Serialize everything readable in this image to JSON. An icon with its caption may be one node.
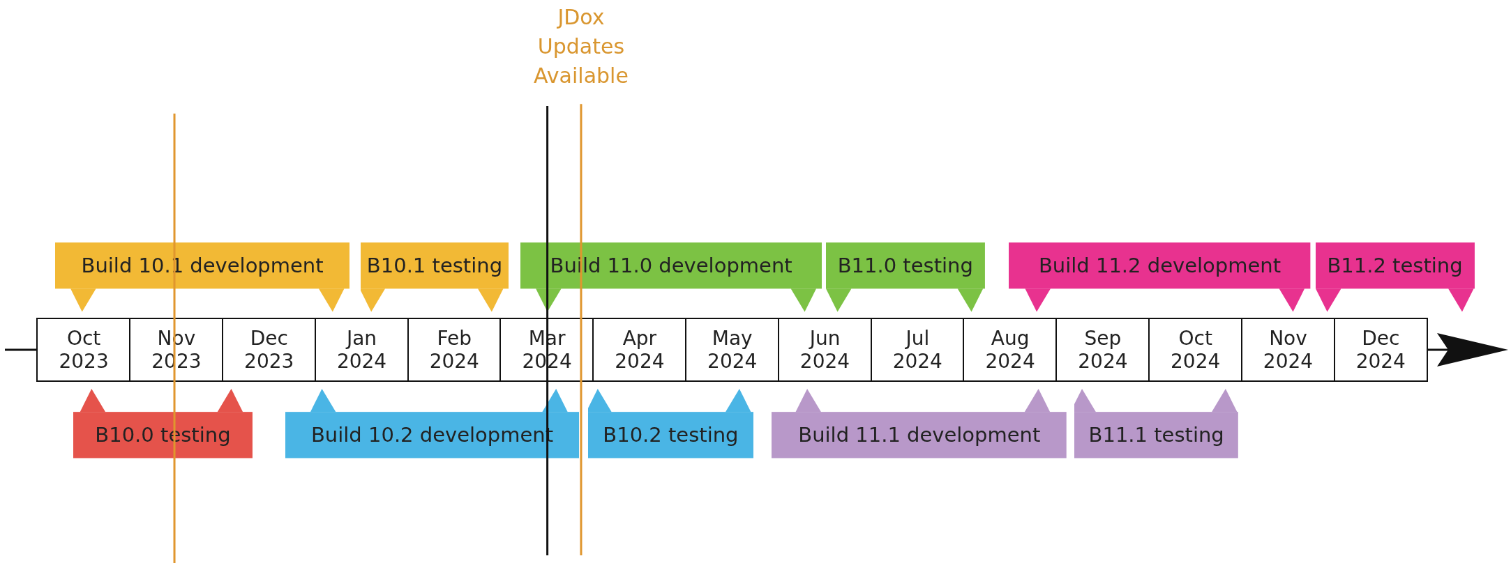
{
  "diagram": {
    "nodes": [
      {
        "text": [
          "Build 10.1 development"
        ]
      },
      {
        "text": [
          "B10.1 testing"
        ]
      },
      {
        "text": [
          "Build 11.0 development"
        ]
      },
      {
        "text": [
          "B11.0 testing"
        ]
      },
      {
        "text": [
          "Build 11.2 development"
        ]
      },
      {
        "text": [
          "B11.2 testing"
        ]
      },
      {
        "text": [
          "B10.0 testing"
        ]
      },
      {
        "text": [
          "Build 10.2 development"
        ]
      },
      {
        "text": [
          "B10.2 testing"
        ]
      },
      {
        "text": [
          "Build 11.1 development"
        ]
      },
      {
        "text": [
          "B11.1 testing"
        ]
      }
    ],
    "labels": [
      "JDox Updates Available",
      "Oct 2023",
      "Nov 2023",
      "Dec 2023",
      "Jan 2024",
      "Feb 2024",
      "Mar 2024",
      "Apr 2024",
      "May 2024",
      "Jun 2024",
      "Jul 2024",
      "Aug 2024",
      "Sep 2024",
      "Oct 2024",
      "Nov 2024",
      "Dec 2024"
    ]
  }
}
